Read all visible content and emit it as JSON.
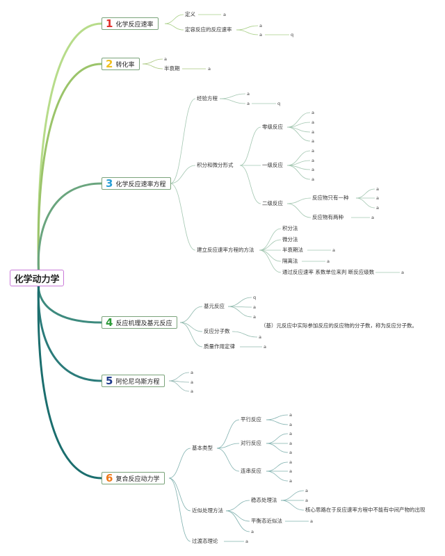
{
  "root": {
    "label": "化学动力学"
  },
  "colors": {
    "root_border": "#c979d8",
    "n1": "#e0312c",
    "n2": "#f0c020",
    "n3": "#2a9fd6",
    "n4": "#2e9b3a",
    "n5": "#1f3b8c",
    "n6": "#f07a1a"
  },
  "branches": [
    {
      "num": "1",
      "label": "化学反应速率"
    },
    {
      "num": "2",
      "label": "转化率"
    },
    {
      "num": "3",
      "label": "化学反应速率方程"
    },
    {
      "num": "4",
      "label": "反应机理及基元反应"
    },
    {
      "num": "5",
      "label": "阿伦尼乌斯方程"
    },
    {
      "num": "6",
      "label": "复合反应动力学"
    }
  ],
  "b1": {
    "def": "定义",
    "rate": "定容反应的反应速率"
  },
  "b2": {
    "halflife": "半衰期"
  },
  "b3": {
    "empirical": "经验方程",
    "integral": "积分和微分形式",
    "zero": "零级反应",
    "first": "一级反应",
    "second": "二级反应",
    "one_reactant": "反应物只有一种",
    "two_reactants": "反应物有两种",
    "methods": "建立反应速率方程的方法",
    "m_integral": "积分法",
    "m_diff": "微分法",
    "m_half": "半衰期法",
    "m_isolation": "隔离法",
    "m_rate": "通过反应速率 系数单位来判 断反应级数"
  },
  "b4": {
    "elementary": "基元反应",
    "molecularity": "反应分子数",
    "molecularity_note": "（基）元反应中实际参加反应的反应物的分子数，称为反应分子数。",
    "mass_action": "质量作用定律"
  },
  "b6": {
    "basic": "基本类型",
    "parallel": "平行反应",
    "opposing": "对行反应",
    "consecutive": "连串反应",
    "approx": "近似处理方法",
    "steady": "稳态处理法",
    "steady_note": "核心思路在于反应速率方程中不能有中间产物的出现",
    "equilibrium": "平衡态近似法",
    "transition": "过渡态理论"
  },
  "leaf": {
    "a": "a",
    "q": "q"
  }
}
